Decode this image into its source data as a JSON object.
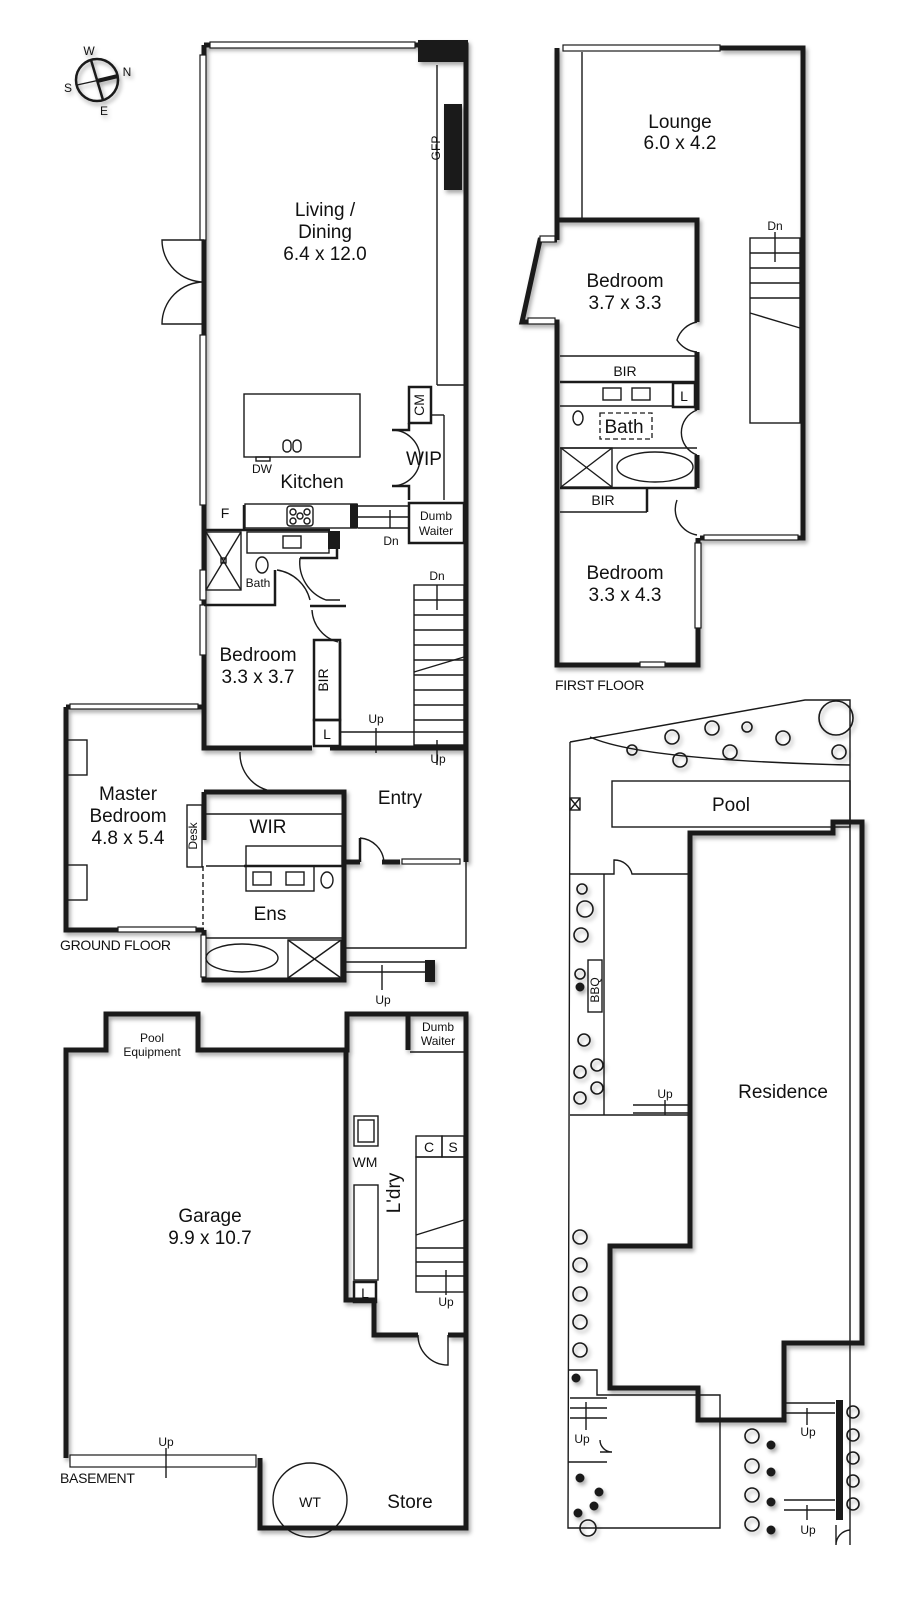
{
  "compass": {
    "n": "N",
    "s": "S",
    "e": "E",
    "w": "W"
  },
  "ground_floor": {
    "title": "GROUND FLOOR",
    "living": {
      "name_1": "Living /",
      "name_2": "Dining",
      "size": "6.4 x 12.0"
    },
    "gfp": "GFP",
    "cm": "CM",
    "wip": "WIP",
    "kitchen": "Kitchen",
    "dw": "DW",
    "fridge": "F",
    "dumb_waiter_1": "Dumb",
    "dumb_waiter_2": "Waiter",
    "stair_kitchen_dn": "Dn",
    "bath": "Bath",
    "bedroom": {
      "name": "Bedroom",
      "size": "3.3 x 3.7"
    },
    "bir": "BIR",
    "linen": "L",
    "stair_dn": "Dn",
    "stair_up_1": "Up",
    "stair_up_2": "Up",
    "master": {
      "name_1": "Master",
      "name_2": "Bedroom",
      "size": "4.8 x 5.4"
    },
    "desk": "Desk",
    "wir": "WIR",
    "ens": "Ens",
    "entry": "Entry",
    "front_up": "Up"
  },
  "first_floor": {
    "title": "FIRST FLOOR",
    "lounge": {
      "name": "Lounge",
      "size": "6.0 x 4.2"
    },
    "stair_dn": "Dn",
    "bedroom_1": {
      "name": "Bedroom",
      "size": "3.7 x 3.3"
    },
    "bir_1": "BIR",
    "linen": "L",
    "bath": "Bath",
    "bir_2": "BIR",
    "bedroom_2": {
      "name": "Bedroom",
      "size": "3.3 x 4.3"
    }
  },
  "basement": {
    "title": "BASEMENT",
    "pool_equipment_1": "Pool",
    "pool_equipment_2": "Equipment",
    "dumb_waiter_1": "Dumb",
    "dumb_waiter_2": "Waiter",
    "garage": {
      "name": "Garage",
      "size": "9.9 x 10.7"
    },
    "wm": "WM",
    "laundry": "L'dry",
    "cupboard": "C",
    "sink": "S",
    "linen": "L",
    "stair_up": "Up",
    "garage_up": "Up",
    "wt": "WT",
    "store": "Store"
  },
  "site": {
    "pool": "Pool",
    "residence": "Residence",
    "bbq": "BBQ",
    "up_1": "Up",
    "up_2": "Up",
    "up_3": "Up",
    "up_4": "Up"
  }
}
